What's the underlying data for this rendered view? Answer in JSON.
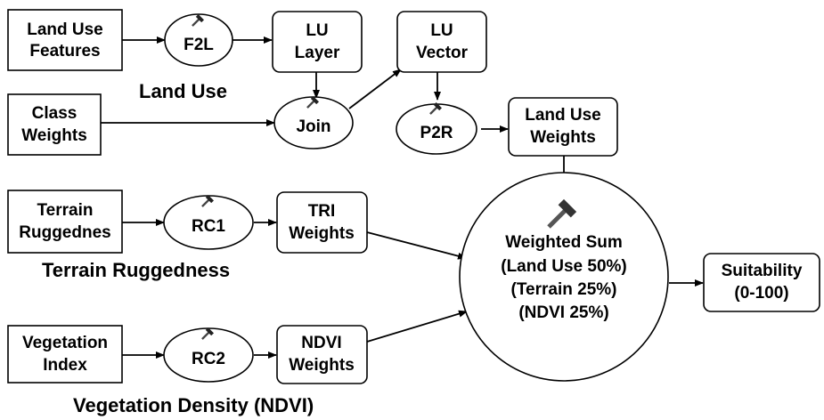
{
  "nodes": {
    "land_use_features": [
      "Land Use",
      "Features"
    ],
    "f2l": [
      "F2L"
    ],
    "lu_layer": [
      "LU",
      "Layer"
    ],
    "lu_vector": [
      "LU",
      "Vector"
    ],
    "class_weights": [
      "Class",
      "Weights"
    ],
    "join": [
      "Join"
    ],
    "p2r": [
      "P2R"
    ],
    "land_use_weights": [
      "Land Use",
      "Weights"
    ],
    "terrain_ruggednes": [
      "Terrain",
      "Ruggednes"
    ],
    "rc1": [
      "RC1"
    ],
    "tri_weights": [
      "TRI",
      "Weights"
    ],
    "vegetation_index": [
      "Vegetation",
      "Index"
    ],
    "rc2": [
      "RC2"
    ],
    "ndvi_weights": [
      "NDVI",
      "Weights"
    ],
    "weighted_sum": [
      "Weighted Sum",
      "(Land Use 50%)",
      "(Terrain 25%)",
      "(NDVI 25%)"
    ],
    "suitability": [
      "Suitability",
      "(0-100)"
    ]
  },
  "group_labels": {
    "land_use": "Land Use",
    "terrain": "Terrain Ruggedness",
    "vegetation": "Vegetation Density (NDVI)"
  },
  "icons": {
    "tool": "hammer-icon"
  }
}
